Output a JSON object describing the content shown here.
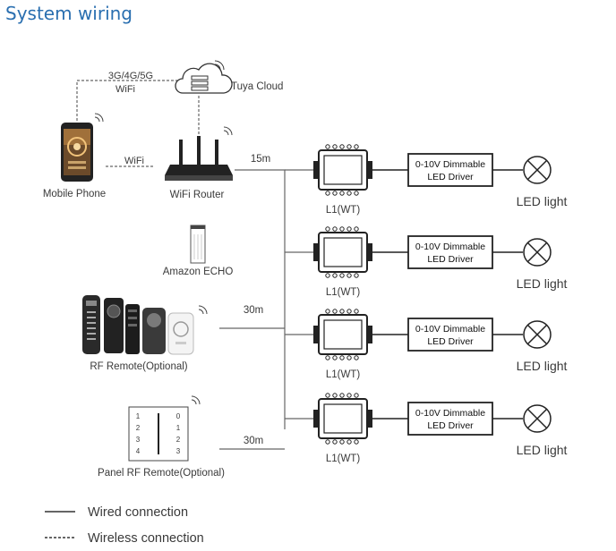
{
  "title": "System wiring",
  "cloud": {
    "label": "Tuya Cloud"
  },
  "network": {
    "cellular_label": "3G/4G/5G",
    "wifi_label": "WiFi",
    "wifi_label_2": "WiFi"
  },
  "phone": {
    "label": "Mobile Phone"
  },
  "router": {
    "label": "WiFi Router"
  },
  "echo": {
    "label": "Amazon ECHO"
  },
  "rf_remote": {
    "label": "RF Remote(Optional)"
  },
  "panel_remote": {
    "label": "Panel RF Remote(Optional)",
    "left_digits": [
      "1",
      "2",
      "3",
      "4"
    ],
    "right_digits": [
      "0",
      "1",
      "2",
      "3"
    ]
  },
  "distances": {
    "router_line": "15m",
    "rf_line": "30m",
    "panel_line": "30m"
  },
  "controllers": [
    {
      "label": "L1(WT)"
    },
    {
      "label": "L1(WT)"
    },
    {
      "label": "L1(WT)"
    },
    {
      "label": "L1(WT)"
    }
  ],
  "drivers": [
    {
      "line1": "0-10V Dimmable",
      "line2": "LED Driver"
    },
    {
      "line1": "0-10V Dimmable",
      "line2": "LED Driver"
    },
    {
      "line1": "0-10V Dimmable",
      "line2": "LED Driver"
    },
    {
      "line1": "0-10V Dimmable",
      "line2": "LED Driver"
    }
  ],
  "lights": [
    {
      "label": "LED light"
    },
    {
      "label": "LED light"
    },
    {
      "label": "LED light"
    },
    {
      "label": "LED light"
    }
  ],
  "legend": {
    "wired": "Wired connection",
    "wireless": "Wireless connection"
  },
  "colors": {
    "title": "#2a6fb0",
    "line": "#666666",
    "device": "#222222"
  }
}
